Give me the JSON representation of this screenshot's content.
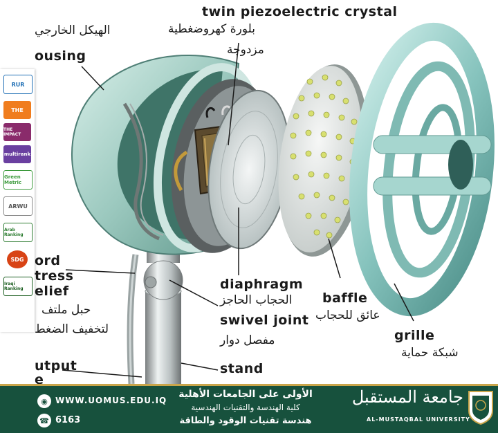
{
  "labels": {
    "twin_crystal_en": "twin piezoelectric crystal",
    "twin_crystal_ar_line1": "بلورة كهروضغطية",
    "twin_crystal_ar_line2": "مزدوجة",
    "housing_ar": "الهيكل الخارجي",
    "housing_en": "ousing",
    "cord_en_line1": "ord",
    "cord_en_line2": "tress",
    "cord_en_line3": "elief",
    "cord_ar_line1": "حبل ملتف",
    "cord_ar_line2": "لتخفيف الضغط",
    "output_en_line1": "utput",
    "output_en_line2": "e",
    "diaphragm_en": "diaphragm",
    "diaphragm_ar": "الحجاب الحاجز",
    "swivel_en": "swivel joint",
    "swivel_ar": "مفصل دوار",
    "stand_en": "stand",
    "baffle_en": "baffle",
    "baffle_ar": "عائق للحجاب",
    "grille_en": "grille",
    "grille_ar": "شبكة حماية"
  },
  "sidebar": {
    "items": [
      {
        "label": "RUR",
        "color": "#1f6fb5"
      },
      {
        "label": "THE",
        "color": "#f07d1e"
      },
      {
        "label": "THE IMPACT",
        "color": "#8a2b6b"
      },
      {
        "label": "multirank",
        "color": "#6a3fa0"
      },
      {
        "label": "Green Metric",
        "color": "#3c9a3c"
      },
      {
        "label": "ARWU",
        "color": "#555555"
      },
      {
        "label": "Arab Ranking",
        "color": "#2e7d32"
      },
      {
        "label": "SDG",
        "color": "#d84315"
      },
      {
        "label": "Iraqi Ranking",
        "color": "#1b5e20"
      }
    ]
  },
  "footer": {
    "website": "WWW.UOMUS.EDU.IQ",
    "phone": "6163",
    "slogan_line1": "الأولى على الجامعات الأهلية",
    "slogan_line2": "كلية الهندسة والتقنيات الهندسية",
    "slogan_line3": "هندسة تقنيات الوقود والطاقة",
    "university_ar": "جامعة المستقبل",
    "university_en": "AL-MUSTAQBAL UNIVERSITY",
    "brand_color": "#17513d",
    "accent_color": "#c9a54a"
  }
}
